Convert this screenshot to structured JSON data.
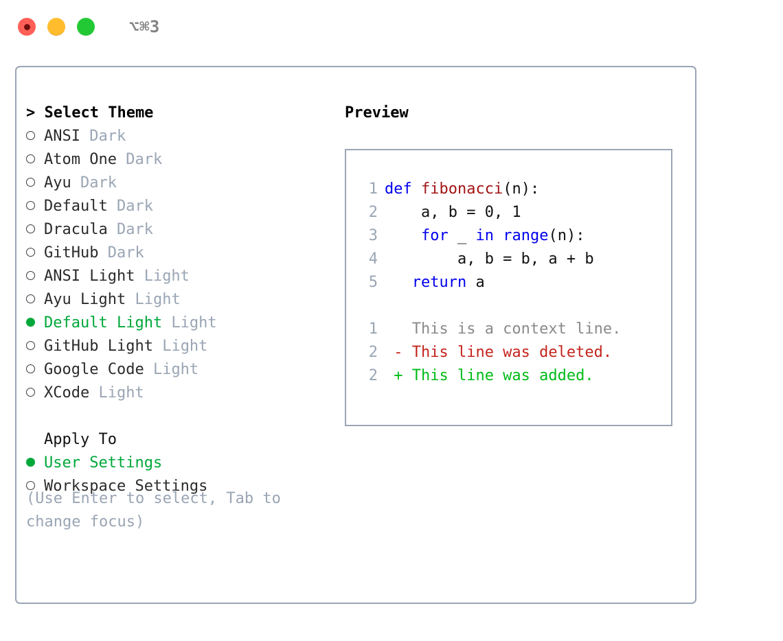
{
  "titlebar": {
    "shortcut": "⌥⌘3",
    "buttons": [
      {
        "name": "close",
        "color": "#ff5f57"
      },
      {
        "name": "minimize",
        "color": "#ffbd2e"
      },
      {
        "name": "maximize",
        "color": "#23c934"
      }
    ]
  },
  "theme_panel": {
    "header": "> Select Theme",
    "items": [
      {
        "label": "ANSI",
        "suffix": "Dark",
        "selected": false
      },
      {
        "label": "Atom One",
        "suffix": "Dark",
        "selected": false
      },
      {
        "label": "Ayu",
        "suffix": "Dark",
        "selected": false
      },
      {
        "label": "Default",
        "suffix": "Dark",
        "selected": false
      },
      {
        "label": "Dracula",
        "suffix": "Dark",
        "selected": false
      },
      {
        "label": "GitHub",
        "suffix": "Dark",
        "selected": false
      },
      {
        "label": "ANSI Light",
        "suffix": "Light",
        "selected": false
      },
      {
        "label": "Ayu Light",
        "suffix": "Light",
        "selected": false
      },
      {
        "label": "Default Light",
        "suffix": "Light",
        "selected": true
      },
      {
        "label": "GitHub Light",
        "suffix": "Light",
        "selected": false
      },
      {
        "label": "Google Code",
        "suffix": "Light",
        "selected": false
      },
      {
        "label": "XCode",
        "suffix": "Light",
        "selected": false
      }
    ],
    "apply_to": {
      "header": "Apply To",
      "options": [
        {
          "label": "User Settings",
          "selected": true
        },
        {
          "label": "Workspace Settings",
          "selected": false
        }
      ]
    },
    "hint": "(Use Enter to select, Tab to change focus)"
  },
  "preview": {
    "title": "Preview",
    "code_lines": [
      {
        "number": "1",
        "tokens": [
          {
            "text": "def ",
            "type": "kw"
          },
          {
            "text": "fibonacci",
            "type": "fn"
          },
          {
            "text": "(n):",
            "type": "plain"
          }
        ]
      },
      {
        "number": "2",
        "tokens": [
          {
            "text": "    a, b = 0, 1",
            "type": "plain"
          }
        ]
      },
      {
        "number": "3",
        "tokens": [
          {
            "text": "    ",
            "type": "plain"
          },
          {
            "text": "for",
            "type": "kw"
          },
          {
            "text": " _ ",
            "type": "plain"
          },
          {
            "text": "in",
            "type": "kw"
          },
          {
            "text": " ",
            "type": "plain"
          },
          {
            "text": "range",
            "type": "builtin"
          },
          {
            "text": "(n):",
            "type": "plain"
          }
        ]
      },
      {
        "number": "4",
        "tokens": [
          {
            "text": "        a, b = b, a + b",
            "type": "plain"
          }
        ]
      },
      {
        "number": "5",
        "tokens": [
          {
            "text": "   ",
            "type": "plain"
          },
          {
            "text": "return",
            "type": "kw"
          },
          {
            "text": " a",
            "type": "plain"
          }
        ]
      }
    ],
    "diff_lines": [
      {
        "number": "1",
        "marker": " ",
        "text": "This is a context line.",
        "type": "context"
      },
      {
        "number": "2",
        "marker": "-",
        "text": "This line was deleted.",
        "type": "del"
      },
      {
        "number": "2",
        "marker": "+",
        "text": "This line was added.",
        "type": "add"
      }
    ]
  },
  "colors": {
    "accent_green": "#00a83a",
    "border": "#9aa5b4",
    "muted": "#9aa5b4",
    "keyword": "#0000ee",
    "function": "#a31515",
    "diff_delete": "#c4241c",
    "diff_add": "#00bb18",
    "diff_context": "#8a8a8a"
  }
}
